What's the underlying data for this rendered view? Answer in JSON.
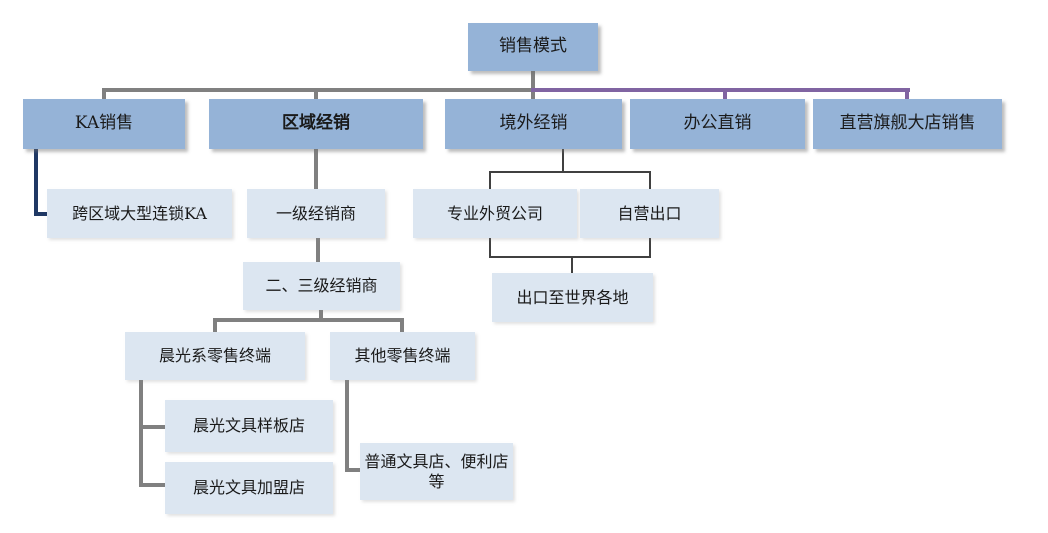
{
  "diagram": {
    "type": "org-chart",
    "topic": "sales model hierarchy"
  },
  "nodes": {
    "sales_model": {
      "label": "销售模式"
    },
    "ka_sales": {
      "label": "KA销售"
    },
    "regional_dist": {
      "label": "区域经销"
    },
    "overseas_dist": {
      "label": "境外经销"
    },
    "office_direct": {
      "label": "办公直销"
    },
    "flagship_stores": {
      "label": "直营旗舰大店销售"
    },
    "cross_region_ka": {
      "label": "跨区域大型连锁KA"
    },
    "tier1_dist": {
      "label": "一级经销商"
    },
    "trade_companies": {
      "label": "专业外贸公司"
    },
    "self_export": {
      "label": "自营出口"
    },
    "tier23_dist": {
      "label": "二、三级经销商"
    },
    "export_world": {
      "label": "出口至世界各地"
    },
    "mg_retail": {
      "label": "晨光系零售终端"
    },
    "other_retail": {
      "label": "其他零售终端"
    },
    "mg_sample_store": {
      "label": "晨光文具样板店"
    },
    "mg_franchise_store": {
      "label": "晨光文具加盟店"
    },
    "general_stores": {
      "label": "普通文具店、便利店等"
    }
  },
  "edges": [
    {
      "from": "sales_model",
      "to": "ka_sales"
    },
    {
      "from": "sales_model",
      "to": "regional_dist"
    },
    {
      "from": "sales_model",
      "to": "overseas_dist"
    },
    {
      "from": "sales_model",
      "to": "office_direct"
    },
    {
      "from": "sales_model",
      "to": "flagship_stores"
    },
    {
      "from": "ka_sales",
      "to": "cross_region_ka"
    },
    {
      "from": "regional_dist",
      "to": "tier1_dist"
    },
    {
      "from": "tier1_dist",
      "to": "tier23_dist"
    },
    {
      "from": "tier23_dist",
      "to": "mg_retail"
    },
    {
      "from": "tier23_dist",
      "to": "other_retail"
    },
    {
      "from": "mg_retail",
      "to": "mg_sample_store"
    },
    {
      "from": "mg_retail",
      "to": "mg_franchise_store"
    },
    {
      "from": "other_retail",
      "to": "general_stores"
    },
    {
      "from": "overseas_dist",
      "to": "trade_companies"
    },
    {
      "from": "overseas_dist",
      "to": "self_export"
    },
    {
      "from": "trade_companies",
      "to": "export_world"
    },
    {
      "from": "self_export",
      "to": "export_world"
    }
  ],
  "colors": {
    "primary-fill": "#95b3d7",
    "secondary-fill": "#dce6f1",
    "gray-line": "#808080",
    "purple-line": "#8064a2",
    "navy-line": "#1f3864",
    "dark-line": "#404040",
    "text": "#1a1a1a",
    "background": "#ffffff"
  }
}
